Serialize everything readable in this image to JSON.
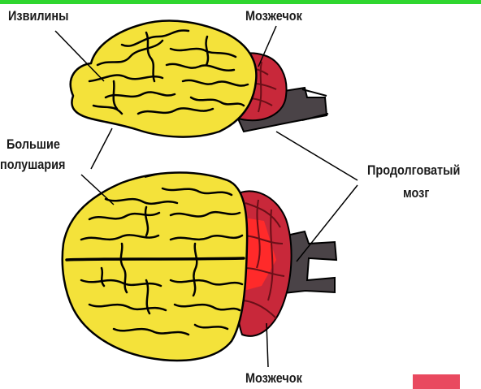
{
  "labels": {
    "gyri": "Извилины",
    "cerebellum_top": "Мозжечок",
    "hemispheres_line1": "Большие",
    "hemispheres_line2": "полушария",
    "medulla_line1": "Продолговатый",
    "medulla_line2": "мозг",
    "cerebellum_bottom": "Мозжечок"
  },
  "colors": {
    "hemisphere_fill": "#f4e23a",
    "cerebellum_fill": "#c8283a",
    "cerebellum_bright": "#ff2a2a",
    "medulla_fill": "#4a4347",
    "outline": "#000000",
    "accent": "#e9495f",
    "top_bar": "#2fd62f"
  }
}
